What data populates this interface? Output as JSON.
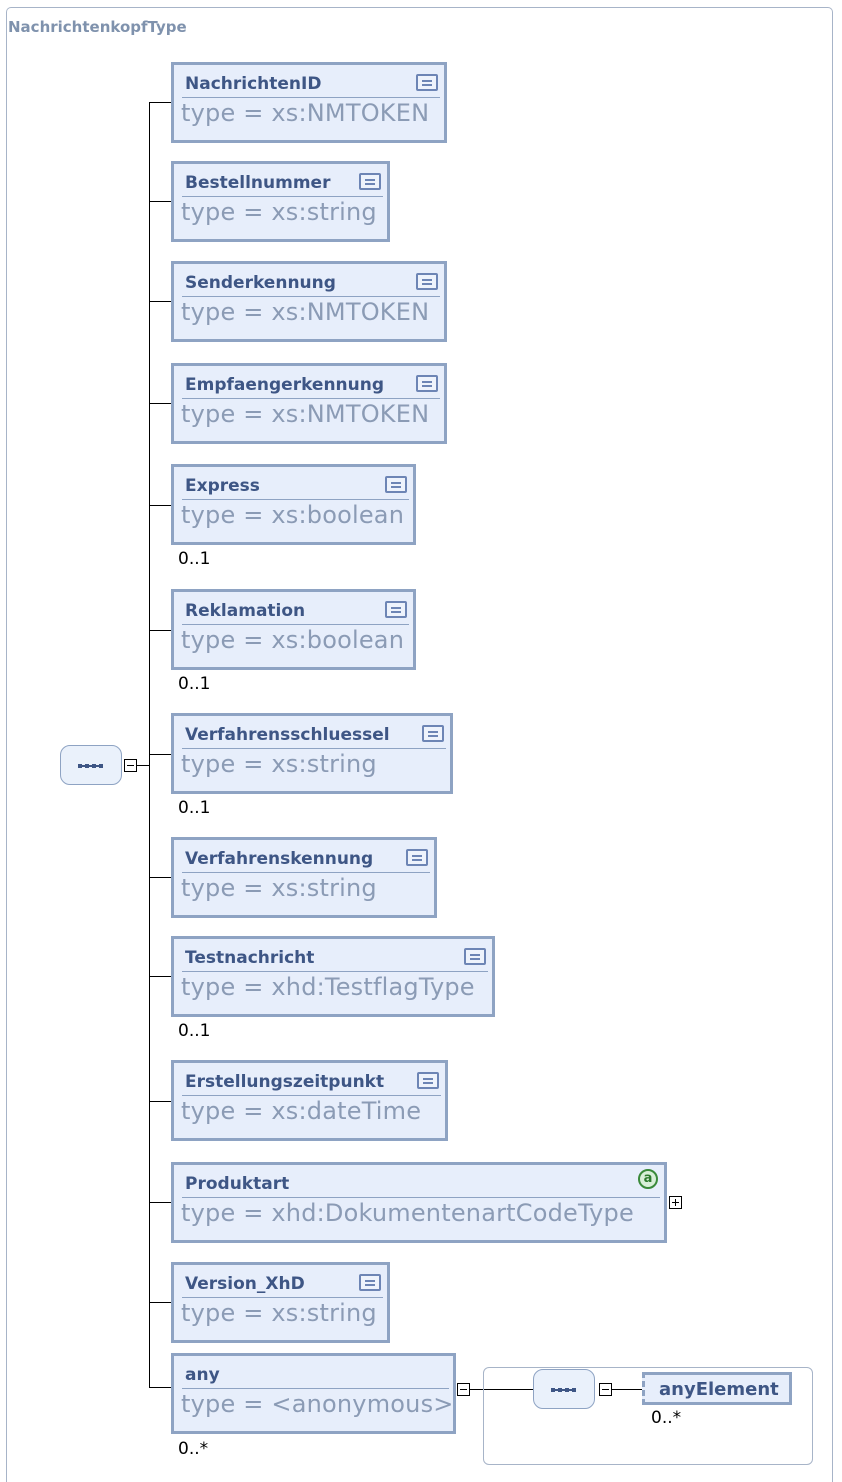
{
  "title": "NachrichtenkopfType",
  "elements": [
    {
      "name": "NachrichtenID",
      "type": "type = xs:NMTOKEN",
      "occurs": ""
    },
    {
      "name": "Bestellnummer",
      "type": "type = xs:string",
      "occurs": ""
    },
    {
      "name": "Senderkennung",
      "type": "type = xs:NMTOKEN",
      "occurs": ""
    },
    {
      "name": "Empfaengerkennung",
      "type": "type = xs:NMTOKEN",
      "occurs": ""
    },
    {
      "name": "Express",
      "type": "type = xs:boolean",
      "occurs": "0..1"
    },
    {
      "name": "Reklamation",
      "type": "type = xs:boolean",
      "occurs": "0..1"
    },
    {
      "name": "Verfahrensschluessel",
      "type": "type = xs:string",
      "occurs": "0..1"
    },
    {
      "name": "Verfahrenskennung",
      "type": "type = xs:string",
      "occurs": ""
    },
    {
      "name": "Testnachricht",
      "type": "type = xhd:TestflagType",
      "occurs": "0..1"
    },
    {
      "name": "Erstellungszeitpunkt",
      "type": "type = xs:dateTime",
      "occurs": ""
    },
    {
      "name": "Produktart",
      "type": "type = xhd:DokumentenartCodeType",
      "occurs": ""
    },
    {
      "name": "Version_XhD",
      "type": "type = xs:string",
      "occurs": ""
    },
    {
      "name": "any",
      "type": "type = <anonymous>",
      "occurs": "0..*"
    }
  ],
  "any_child": {
    "name": "anyElement",
    "occurs": "0..*"
  },
  "icons": {
    "documentation": "doc-icon",
    "attribute": "attribute-icon",
    "sequence": "sequence-icon"
  },
  "colors": {
    "border": "#8ea3c3",
    "fill": "#e7eefb",
    "name": "#3e5685",
    "type": "#8b9bb5",
    "title": "#7f92ad"
  }
}
